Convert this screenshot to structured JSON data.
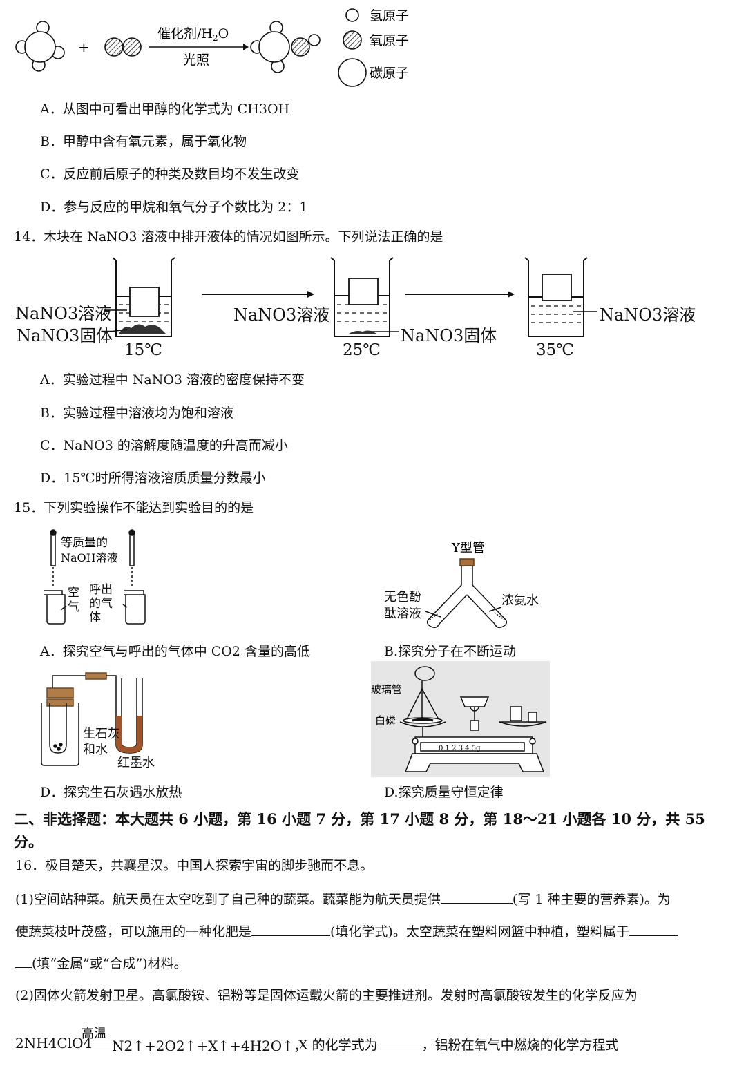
{
  "q13": {
    "arrow_top": "催化剂/H",
    "arrow_top_sub": "2",
    "arrow_top_end": "O",
    "arrow_bottom": "光照",
    "plus": "+",
    "legend": {
      "h": "氢原子",
      "o": "氧原子",
      "c": "碳原子"
    },
    "options": {
      "a": "A．从图中可看出甲醇的化学式为 CH3OH",
      "b": "B．甲醇中含有氧元素，属于氧化物",
      "c": "C．反应前后原子的种类及数目均不发生改变",
      "d": "D．参与反应的甲烷和氧气分子个数比为 2：1"
    }
  },
  "q14": {
    "stem": "14．木块在 NaNO3 溶液中排开液体的情况如图所示。下列说法正确的是",
    "label_solution": "NaNO3溶液",
    "label_solid": "NaNO3固体",
    "temps": [
      "15℃",
      "25℃",
      "35℃"
    ],
    "options": {
      "a": "A．实验过程中 NaNO3 溶液的密度保持不变",
      "b": "B．实验过程中溶液均为饱和溶液",
      "c": "C．NaNO3 的溶解度随温度的升高而减小",
      "d": "D．15℃时所得溶液溶质质量分数最小"
    }
  },
  "q15": {
    "stem": "15．下列实验操作不能达到实验目的的是",
    "a_label": "等质量的",
    "a_label2": "NaOH溶液",
    "a_air": "空气",
    "a_exhaled": "呼出的气体",
    "a_caption": "A．探究空气与呼出的气体中 CO2 含量的高低",
    "b_title": "Y型管",
    "b_left": "无色酚",
    "b_left2": "酞溶液",
    "b_right": "浓氨水",
    "b_caption": "B.探究分子在不断运动",
    "c_label": "生石灰",
    "c_label2": "和水",
    "c_ink": "红墨水",
    "c_caption": "D．探究生石灰遇水放热",
    "d_glass": "玻璃管",
    "d_phos": "白磷",
    "d_scale": "0 1 2 3 4 5g",
    "d_caption": "D.探究质量守恒定律"
  },
  "section2": {
    "heading_line1": "二、非选择题：本大题共 6 小题，第 16 小题 7 分，第 17 小题 8 分，第 18～21 小题各 10 分，共 55",
    "heading_line2": "分。"
  },
  "q16": {
    "stem": "16．极目楚天，共襄星汉。中国人探索宇宙的脚步驰而不息。",
    "p1_a": "(1)空间站种菜。航天员在太空吃到了自己种的蔬菜。蔬菜能为航天员提供",
    "p1_b": "(写 1 种主要的营养素)。为",
    "p1_c": "使蔬菜枝叶茂盛，可以施用的一种化肥是",
    "p1_d": "(填化学式)。太空蔬菜在塑料网篮中种植，塑料属于",
    "p1_e": "(填“金属”或“合成”)材料。",
    "p2": "(2)固体火箭发射卫星。高氯酸铵、铝粉等是固体运载火箭的主要推进剂。发射时高氯酸铵发生的化学反应为",
    "eq_left": "2NH4ClO4",
    "eq_cond": "高温",
    "eq_right": "N2↑+2O2↑+X↑+4H2O↑，",
    "eq_tail_a": "X 的化学式为",
    "eq_tail_b": "，铝粉在氧气中燃烧的化学方程式"
  }
}
